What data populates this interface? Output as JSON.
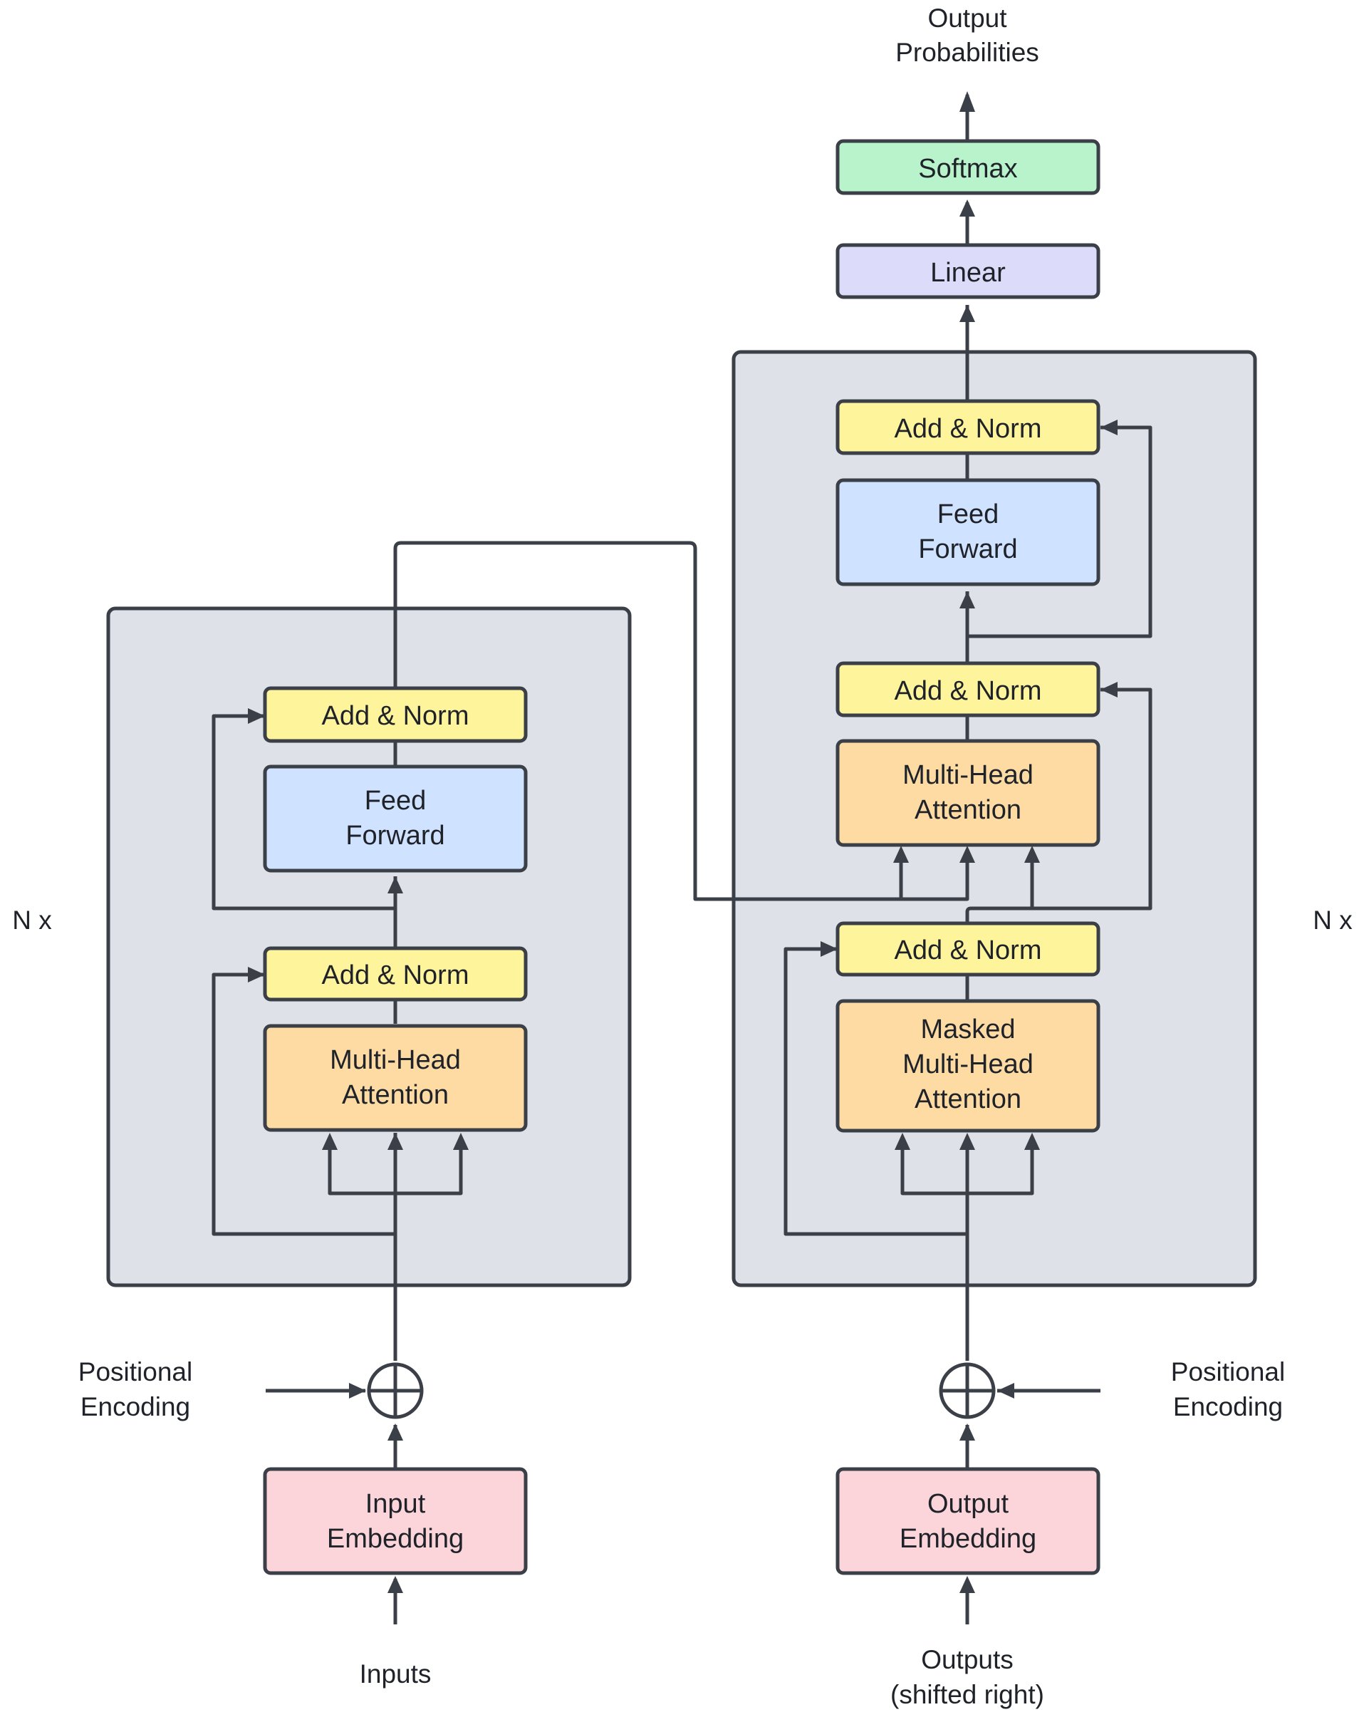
{
  "colors": {
    "stack": "#dee2e8",
    "add_norm": "#fef49c",
    "feed_forward": "#cfe2ff",
    "attention": "#fddba3",
    "embedding": "#fbd5d9",
    "linear": "#dcdcfa",
    "softmax": "#b9f3cb",
    "line": "#3b3f47"
  },
  "encoder": {
    "repeat_label": "N x",
    "add_norm_top": "Add & Norm",
    "feed_forward": [
      "Feed",
      "Forward"
    ],
    "add_norm_bottom": "Add & Norm",
    "attention": [
      "Multi-Head",
      "Attention"
    ],
    "positional_encoding": [
      "Positional",
      "Encoding"
    ],
    "embedding": [
      "Input",
      "Embedding"
    ],
    "input": "Inputs"
  },
  "decoder": {
    "repeat_label": "N x",
    "add_norm_top": "Add & Norm",
    "feed_forward": [
      "Feed",
      "Forward"
    ],
    "add_norm_middle": "Add & Norm",
    "cross_attention": [
      "Multi-Head",
      "Attention"
    ],
    "add_norm_bottom": "Add & Norm",
    "masked_attention": [
      "Masked",
      "Multi-Head",
      "Attention"
    ],
    "positional_encoding": [
      "Positional",
      "Encoding"
    ],
    "embedding": [
      "Output",
      "Embedding"
    ],
    "input": [
      "Outputs",
      "(shifted right)"
    ]
  },
  "head": {
    "linear": "Linear",
    "softmax": "Softmax",
    "output": [
      "Output",
      "Probabilities"
    ]
  }
}
